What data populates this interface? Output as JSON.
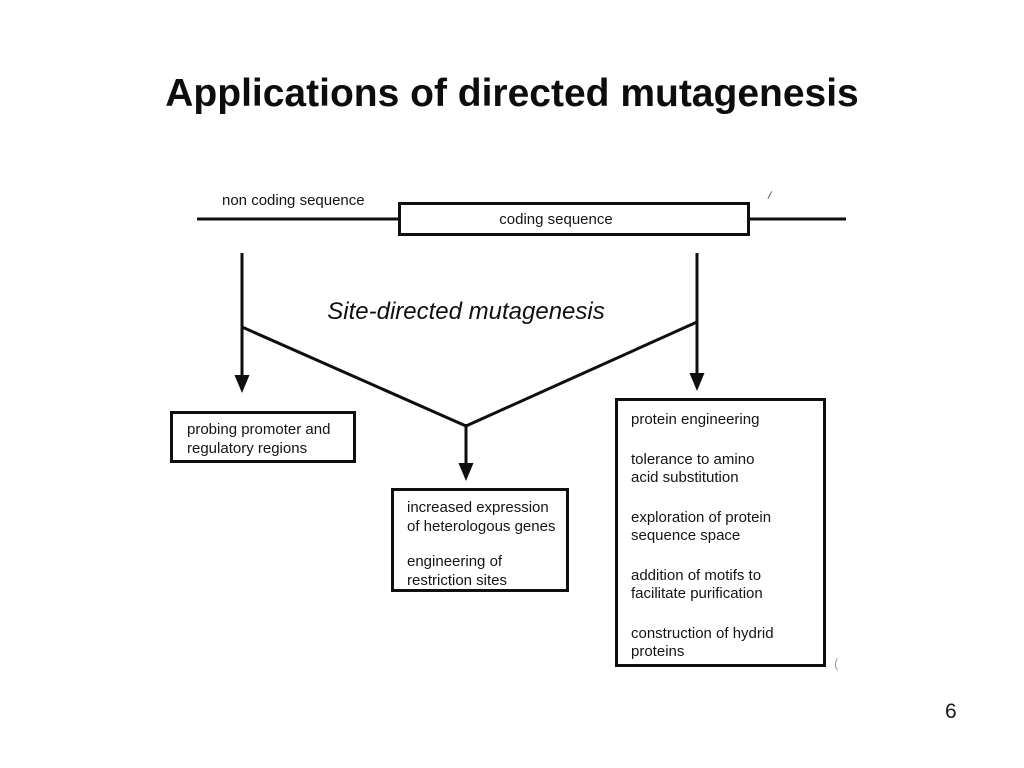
{
  "slide": {
    "title": "Applications of directed mutagenesis",
    "page_number": "6"
  },
  "diagram": {
    "non_coding_label": "non coding sequence",
    "coding_box_label": "coding sequence",
    "process_label": "Site-directed mutagenesis",
    "left_box": {
      "lines": [
        "probing promoter and",
        "regulatory regions"
      ]
    },
    "middle_box": {
      "paragraphs": [
        {
          "lines": [
            "increased expression",
            "of heterologous genes"
          ]
        },
        {
          "lines": [
            "engineering of",
            "restriction sites"
          ]
        }
      ]
    },
    "right_box": {
      "paragraphs": [
        {
          "lines": [
            "protein engineering"
          ]
        },
        {
          "lines": [
            "tolerance to amino",
            "acid substitution"
          ]
        },
        {
          "lines": [
            "exploration of protein",
            "sequence space"
          ]
        },
        {
          "lines": [
            "addition of motifs to",
            "facilitate purification"
          ]
        },
        {
          "lines": [
            "construction of hydrid",
            "proteins"
          ]
        }
      ]
    },
    "artifacts": {
      "tick": "/",
      "paren": "("
    },
    "colors": {
      "ink": "#0f0f0f",
      "background": "#ffffff"
    }
  }
}
